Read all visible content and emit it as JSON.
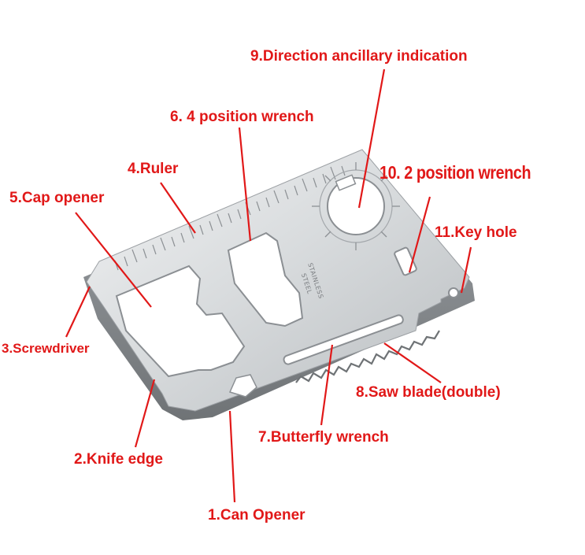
{
  "labels": {
    "can_opener": "1.Can Opener",
    "knife_edge": "2.Knife edge",
    "screwdriver": "3.Screwdriver",
    "ruler": "4.Ruler",
    "cap_opener": "5.Cap opener",
    "four_position_wrench": "6. 4 position wrench",
    "butterfly_wrench": "7.Butterfly wrench",
    "saw_blade": "8.Saw blade(double)",
    "direction_indication": "9.Direction ancillary indication",
    "two_position_wrench": "10.  2 position wrench",
    "key_hole": "11.Key hole"
  },
  "card": {
    "stamp_line1": "STAINLESS",
    "stamp_line2": "STEEL"
  },
  "colors": {
    "label": "#e11818",
    "steel_light": "#e6e8ea",
    "steel_dark": "#a6aaad"
  }
}
